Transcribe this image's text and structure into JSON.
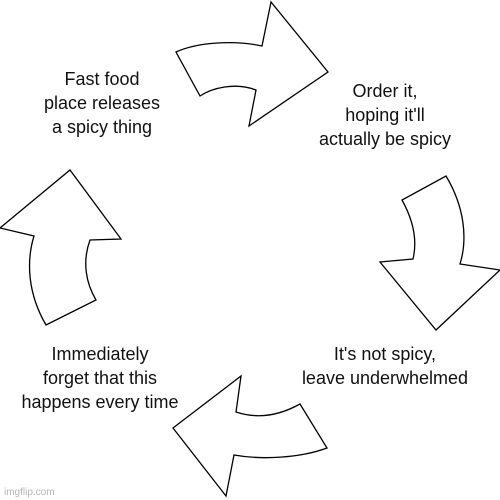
{
  "steps": [
    "Fast food\nplace releases\na spicy thing",
    "Order it,\nhoping it'll\nactually be spicy",
    "It's not spicy,\nleave underwhelmed",
    "Immediately\nforget that this\nhappens every time"
  ],
  "arrows": [
    {
      "from": 1,
      "to": 2,
      "direction": "right",
      "icon": "curved-arrow-right"
    },
    {
      "from": 2,
      "to": 3,
      "direction": "down",
      "icon": "curved-arrow-down"
    },
    {
      "from": 3,
      "to": 4,
      "direction": "left",
      "icon": "curved-arrow-left"
    },
    {
      "from": 4,
      "to": 1,
      "direction": "up",
      "icon": "curved-arrow-up"
    }
  ],
  "watermark": "imgflip.com",
  "colors": {
    "background": "#ffffff",
    "arrow_fill": "#ffffff",
    "arrow_stroke": "#000000",
    "text": "#111111",
    "watermark": "#b5b5b5"
  }
}
